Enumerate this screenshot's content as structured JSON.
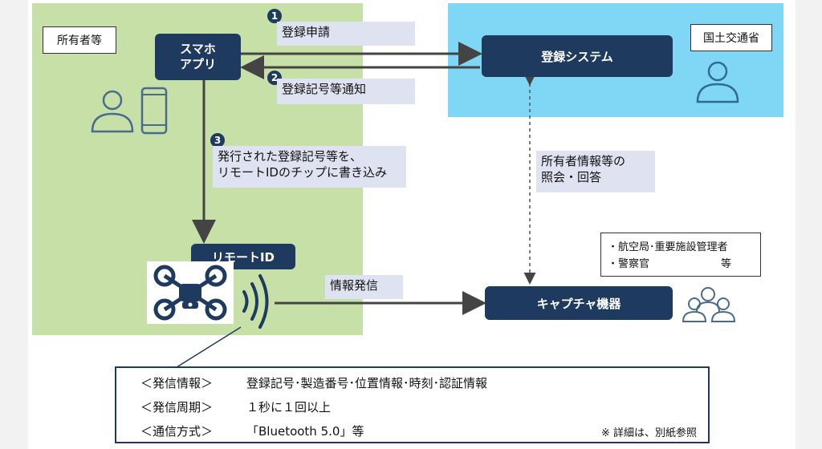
{
  "owner_zone": {
    "label": "所有者等"
  },
  "mlit_zone": {
    "label": "国土交通省"
  },
  "nodes": {
    "smartphone_app": "スマホ\nアプリ",
    "registration_system": "登録システム",
    "remote_id": "リモートID",
    "capture_device": "キャプチャ機器"
  },
  "steps": [
    {
      "number": "1",
      "label": "登録申請"
    },
    {
      "number": "2",
      "label": "登録記号等通知"
    },
    {
      "number": "3",
      "label": "発行された登録記号等を、\nリモートIDのチップに書き込み"
    }
  ],
  "broadcast_label": "情報発信",
  "inquiry_label": "所有者情報等の\n照会・回答",
  "agencies": [
    {
      "bullet": "・",
      "text": "航空局･重要施設管理者"
    },
    {
      "bullet": "・",
      "text": "警察官"
    }
  ],
  "agencies_suffix": "等",
  "info_box": {
    "rows": [
      {
        "key": "＜発信情報＞",
        "value": "登録記号･製造番号･位置情報･時刻･認証情報"
      },
      {
        "key": "＜発信周期＞",
        "value": "１秒に１回以上"
      },
      {
        "key": "＜通信方式＞",
        "value": "「Bluetooth 5.0」等"
      }
    ],
    "note": "※ 詳細は、別紙参照"
  },
  "icons": [
    "person-icon",
    "smartphone-icon",
    "drone-icon",
    "signal-waves-icon",
    "group-icon"
  ],
  "colors": {
    "green_zone": "#c6e0a8",
    "blue_zone": "#7fd6f5",
    "navy": "#1e3a5f",
    "callout": "#dfe3f1"
  }
}
